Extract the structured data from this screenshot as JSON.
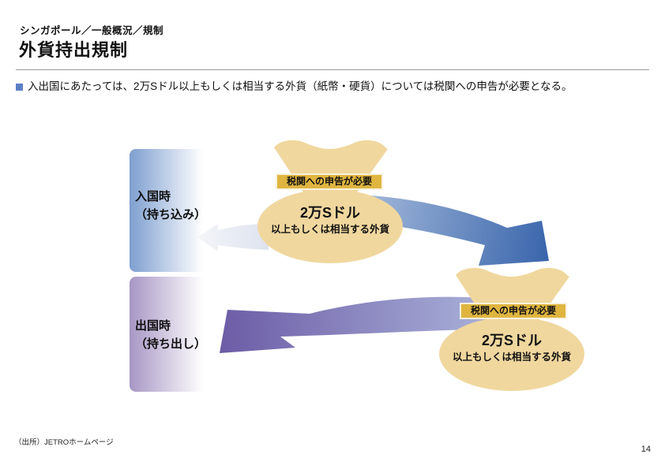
{
  "page": {
    "breadcrumb": "シンガポール／一般概況／規制",
    "title": "外貨持出規制",
    "bullet_text": "入出国にあたっては、2万Sドル以上もしくは相当する外貨（紙幣・硬貨）については税関への申告が必要となる。",
    "source": "（出所）JETROホームページ",
    "page_number": "14"
  },
  "diagram": {
    "entry_box": {
      "line1": "入国時",
      "line2": "（持ち込み）"
    },
    "exit_box": {
      "line1": "出国時",
      "line2": "（持ち出し）"
    },
    "entry_bag": {
      "badge": "税関への申告が必要",
      "amount": "2万Sドル",
      "caption": "以上もしくは相当する外貨"
    },
    "exit_bag": {
      "badge": "税関への申告が必要",
      "amount": "2万Sドル",
      "caption": "以上もしくは相当する外貨"
    },
    "colors": {
      "entry_gradient_start": "#7E9FD0",
      "exit_gradient_start": "#A796C4",
      "box_gradient_end": "#FFFFFF",
      "bag_fill": "#F0D79E",
      "badge_fill": "#DFB540",
      "badge_border": "#F7F2DD",
      "arrow_blue_light": "#AEC1DF",
      "arrow_blue_dark": "#3A66AC",
      "arrow_purple_dark": "#6C5CA6",
      "arrow_purple_light": "#B7C4E4",
      "faint_arrow_light": "#F3F5F9",
      "faint_arrow_dark": "#DDE2EE",
      "bullet_square": "#5B80C4"
    }
  }
}
